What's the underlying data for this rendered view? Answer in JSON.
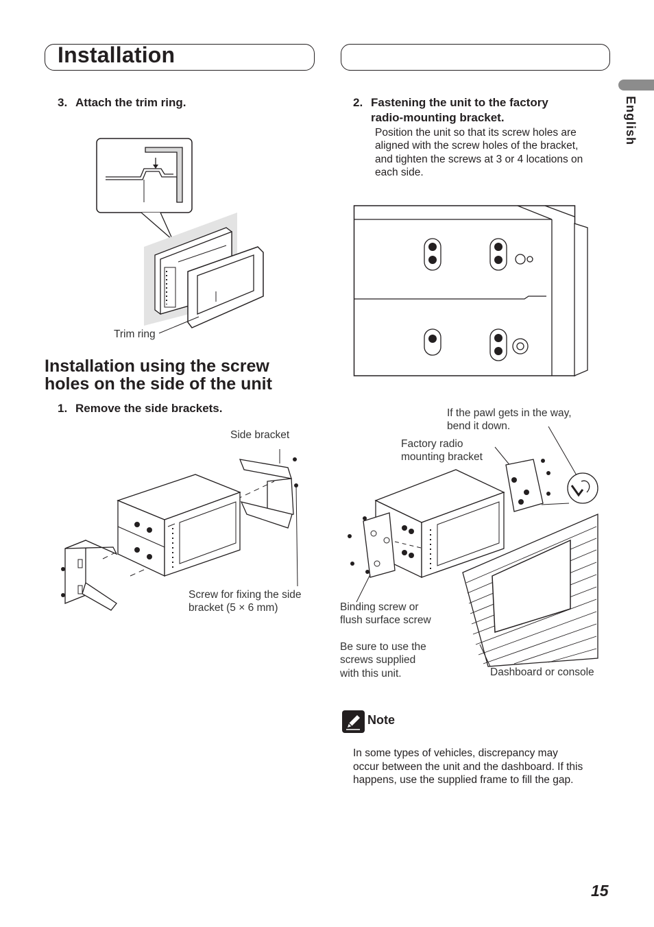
{
  "header": {
    "title": "Installation"
  },
  "side_tab": {
    "language": "English"
  },
  "left_column": {
    "step3": {
      "number": "3.",
      "text": "Attach the trim ring."
    },
    "trim_ring_label": "Trim ring",
    "section_heading_line1": "Installation using the screw",
    "section_heading_line2": "holes on the side of the unit",
    "step1": {
      "number": "1.",
      "text": "Remove the side brackets."
    },
    "side_bracket_label": "Side bracket",
    "screw_label_line1": "Screw for fixing the side",
    "screw_label_line2": "bracket (5 × 6 mm)"
  },
  "right_column": {
    "step2": {
      "number": "2.",
      "line1": "Fastening the unit to the factory",
      "line2": "radio-mounting bracket.",
      "desc_lines": [
        "Position the unit so that its screw holes are",
        "aligned with the screw holes of the bracket,",
        "and tighten the screws at 3 or 4 locations on",
        "each side."
      ]
    },
    "pawl_label_line1": "If the pawl gets in the way,",
    "pawl_label_line2": "bend it down.",
    "factory_bracket_line1": "Factory radio",
    "factory_bracket_line2": "mounting bracket",
    "binding_screw_line1": "Binding screw or",
    "binding_screw_line2": "flush surface screw",
    "supplied_line1": "Be sure to use the",
    "supplied_line2": "screws supplied",
    "supplied_line3": "with this unit.",
    "dashboard_label": "Dashboard or console",
    "note": {
      "heading": "Note",
      "lines": [
        "In some types of vehicles, discrepancy may",
        "occur between the unit and the dashboard. If this",
        "happens, use the supplied frame to fill the gap."
      ]
    }
  },
  "footer": {
    "page_number": "15"
  }
}
